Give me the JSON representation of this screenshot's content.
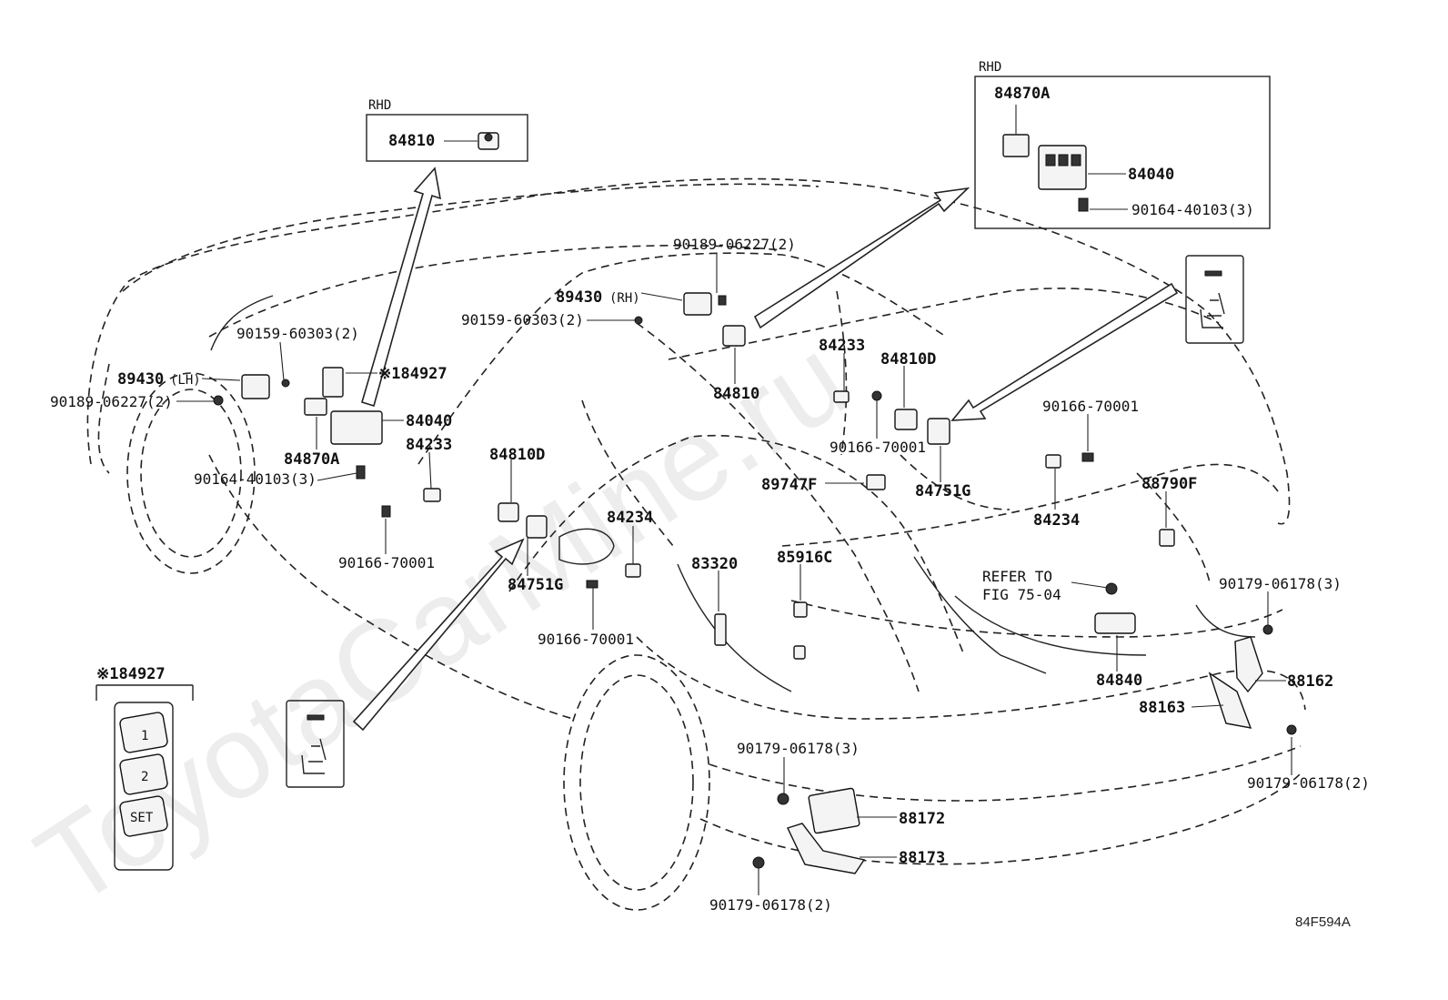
{
  "watermark": "ToyotaCarMine.ru",
  "figure_code": "84F594A",
  "insets": {
    "rhd_small": {
      "tag": "RHD",
      "part": "84810"
    },
    "rhd_large": {
      "tag": "RHD",
      "p1": "84870A",
      "p2": "84040",
      "p3": "90164-40103(3)"
    },
    "memory_switch": {
      "title": "※184927",
      "btn1": "1",
      "btn2": "2",
      "btn3": "SET"
    }
  },
  "labels": {
    "l_90189_rh": "90189-06227(2)",
    "l_89430_rh": "89430",
    "l_89430_rh_suffix": "(RH)",
    "l_90159_mid": "90159-60303(2)",
    "l_90159_left": "90159-60303(2)",
    "l_89430_lh": "89430",
    "l_89430_lh_suffix": "(LH)",
    "l_90189_lh": "90189-06227(2)",
    "l_84927": "※184927",
    "l_84040": "84040",
    "l_84233_l": "84233",
    "l_84870a": "84870A",
    "l_90164": "90164-40103(3)",
    "l_90166_l": "90166-70001",
    "l_84810d_l": "84810D",
    "l_84234_l": "84234",
    "l_84751g_l": "84751G",
    "l_90166_m": "90166-70001",
    "l_84810_m": "84810",
    "l_84233_r": "84233",
    "l_84810d_r": "84810D",
    "l_90166_r": "90166-70001",
    "l_84751g_r": "84751G",
    "l_90166_rr": "90166-70001",
    "l_84234_r": "84234",
    "l_88790f": "88790F",
    "l_89747f": "89747F",
    "l_83320": "83320",
    "l_85916c": "85916C",
    "l_refer1": "REFER TO",
    "l_refer2": "FIG 75-04",
    "l_84840": "84840",
    "l_90179_3r": "90179-06178(3)",
    "l_88162": "88162",
    "l_88163": "88163",
    "l_90179_2r": "90179-06178(2)",
    "l_90179_3m": "90179-06178(3)",
    "l_88172": "88172",
    "l_88173": "88173",
    "l_90179_2b": "90179-06178(2)"
  }
}
